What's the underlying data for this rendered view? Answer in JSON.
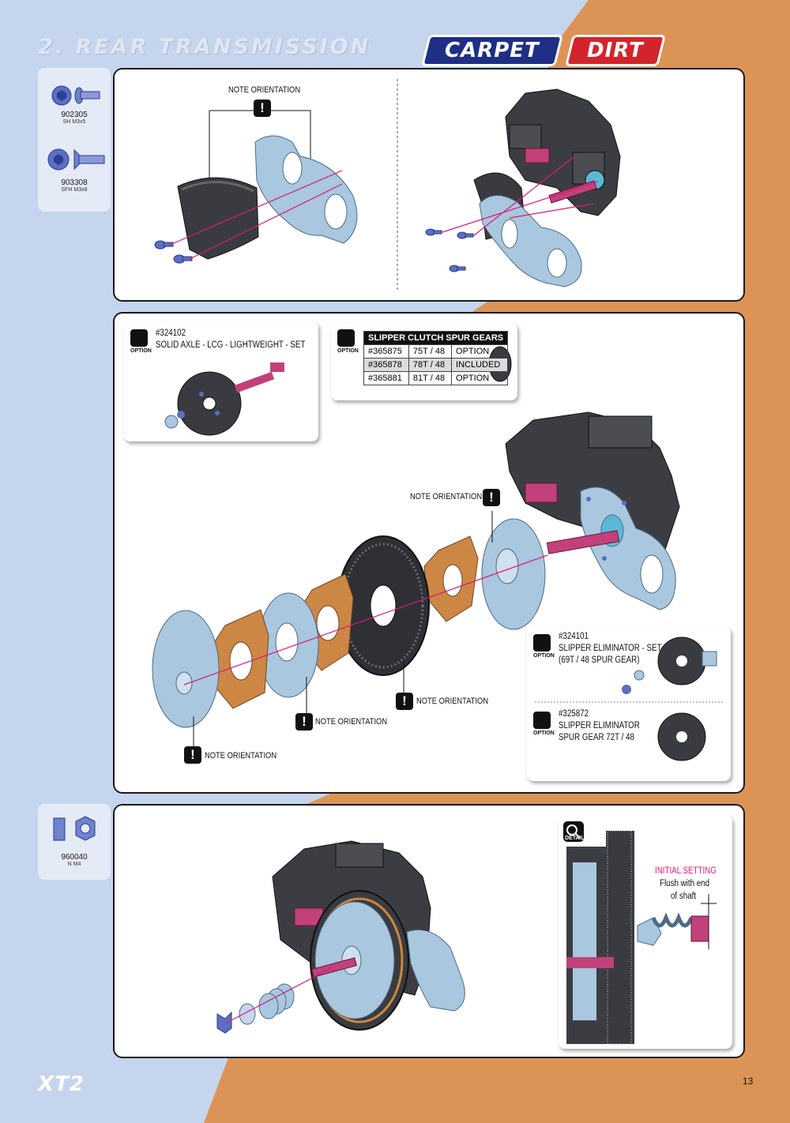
{
  "header": {
    "section_title": "2. REAR TRANSMISSION",
    "tag_carpet": "CARPET",
    "tag_dirt": "DIRT"
  },
  "parts_step1": [
    {
      "num": "902305",
      "spec": "SH M3x5"
    },
    {
      "num": "903308",
      "spec": "SFH M3x8"
    }
  ],
  "parts_step3": [
    {
      "num": "960040",
      "spec": "N M4"
    }
  ],
  "step1": {
    "note": "NOTE ORIENTATION"
  },
  "step2": {
    "option_label": "OPTION",
    "solid_axle": {
      "code": "#324102",
      "name": "SOLID AXLE - LCG - LIGHTWEIGHT - SET"
    },
    "spur_table": {
      "header": "SLIPPER CLUTCH SPUR GEARS",
      "rows": [
        {
          "code": "#365875",
          "teeth": "75T / 48",
          "status": "OPTION"
        },
        {
          "code": "#365878",
          "teeth": "78T / 48",
          "status": "INCLUDED"
        },
        {
          "code": "#365881",
          "teeth": "81T / 48",
          "status": "OPTION"
        }
      ]
    },
    "notes": [
      "NOTE ORIENTATION",
      "NOTE ORIENTATION",
      "NOTE ORIENTATION",
      "NOTE ORIENTATION"
    ],
    "eliminator_set": {
      "code": "#324101",
      "line1": "SLIPPER ELIMINATOR - SET",
      "line2": "(69T / 48 SPUR GEAR)"
    },
    "eliminator_gear": {
      "code": "#325872",
      "line1": "SLIPPER ELIMINATOR",
      "line2": "SPUR GEAR 72T / 48"
    }
  },
  "step3": {
    "detail_label": "DETAIL",
    "initial_setting": "INITIAL SETTING",
    "flush_line1": "Flush with end",
    "flush_line2": "of shaft"
  },
  "footer": {
    "logo": "XT2",
    "page": "13"
  },
  "colors": {
    "blue_bg": "#c6d5ee",
    "orange_bg": "#dc9456",
    "part_blue": "#a9c7df",
    "pink_shaft": "#c2417a",
    "housing": "#3c3d42",
    "pad_brown": "#cd8744",
    "arrow": "#d81a7a"
  }
}
